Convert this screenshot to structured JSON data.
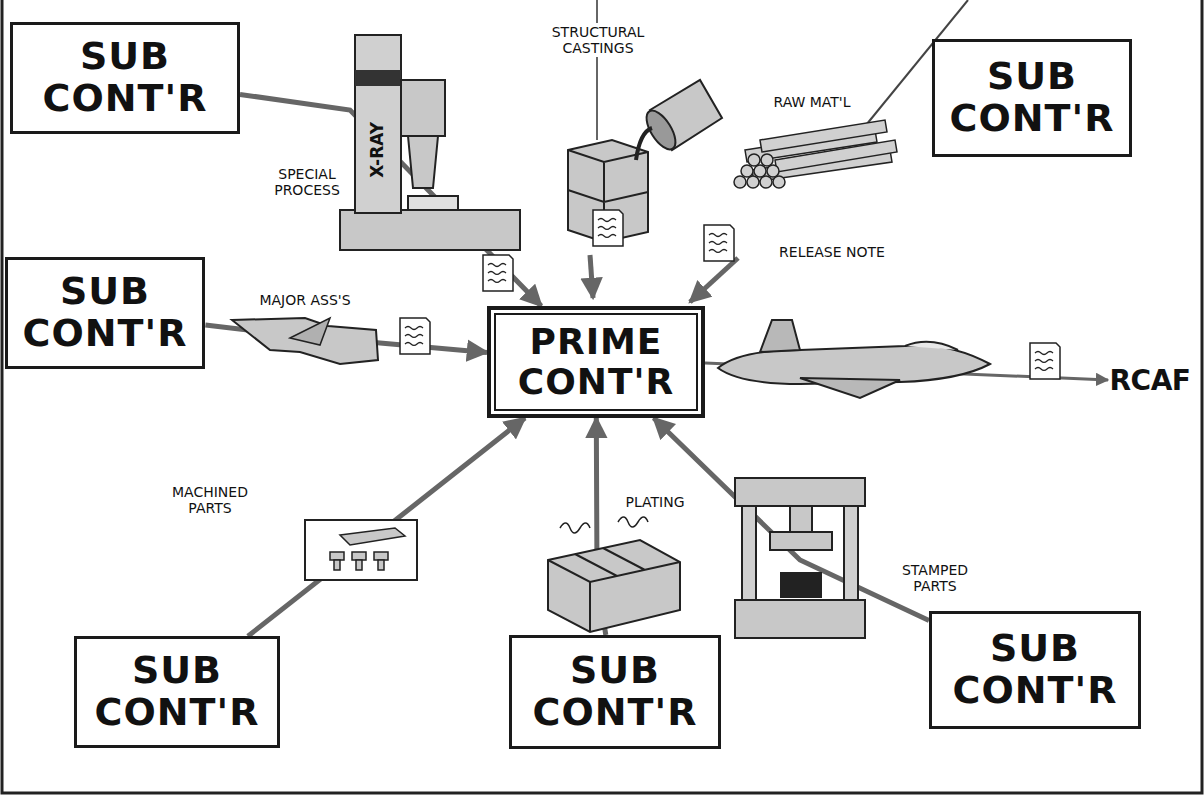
{
  "diagram": {
    "nodes": [
      {
        "text": [
          "SUB CONT'R"
        ]
      },
      {
        "text": [
          "SUB CONT'R"
        ]
      },
      {
        "text": [
          "SUB CONT'R"
        ]
      },
      {
        "text": [
          "PRIME CONT'R"
        ]
      },
      {
        "text": [
          "SUB CONT'R"
        ]
      },
      {
        "text": [
          "SUB CONT'R"
        ]
      },
      {
        "text": [
          "SUB CONT'R"
        ]
      }
    ],
    "edges": [
      {
        "from": 0,
        "to": 3,
        "arrow": "to"
      },
      {
        "from": 2,
        "to": 3,
        "arrow": "to"
      },
      {
        "from": 4,
        "to": 3,
        "arrow": "to"
      },
      {
        "from": 5,
        "to": 3,
        "arrow": "to"
      },
      {
        "from": 6,
        "to": 3,
        "arrow": "to"
      }
    ],
    "labels": [
      "STRUCTURAL CASTINGS",
      "RAW MAT'L",
      "X-RAY",
      "SPECIAL PROCESS",
      "RELEASE NOTE",
      "MAJOR ASS'S",
      "MACHINED PARTS",
      "PLATING",
      "STAMPED PARTS",
      "RCAF"
    ]
  }
}
